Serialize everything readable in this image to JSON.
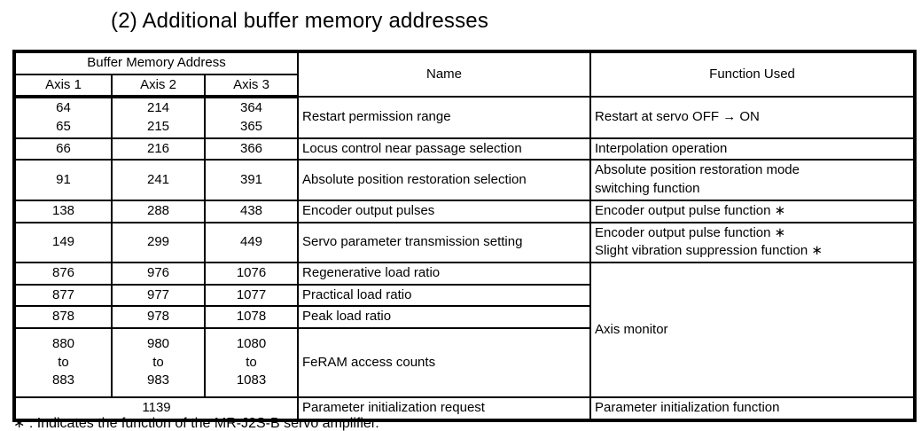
{
  "title": "(2) Additional buffer memory addresses",
  "table": {
    "header": {
      "buffer_memory_address": "Buffer Memory Address",
      "axis1": "Axis 1",
      "axis2": "Axis 2",
      "axis3": "Axis 3",
      "name": "Name",
      "function_used": "Function Used"
    },
    "rows": [
      {
        "axis1": "64\n65",
        "axis2": "214\n215",
        "axis3": "364\n365",
        "name": "Restart permission range",
        "function": "Restart at servo OFF → ON"
      },
      {
        "axis1": "66",
        "axis2": "216",
        "axis3": "366",
        "name": "Locus control near passage selection",
        "function": "Interpolation operation"
      },
      {
        "axis1": "91",
        "axis2": "241",
        "axis3": "391",
        "name": "Absolute position restoration selection",
        "function": "Absolute position restoration mode\nswitching function"
      },
      {
        "axis1": "138",
        "axis2": "288",
        "axis3": "438",
        "name": "Encoder output pulses",
        "function": "Encoder output pulse function ∗"
      },
      {
        "axis1": "149",
        "axis2": "299",
        "axis3": "449",
        "name": "Servo parameter transmission setting",
        "function": "Encoder output pulse function ∗\nSlight vibration suppression function ∗"
      },
      {
        "axis1": "876",
        "axis2": "976",
        "axis3": "1076",
        "name": "Regenerative load ratio",
        "function": "Axis monitor"
      },
      {
        "axis1": "877",
        "axis2": "977",
        "axis3": "1077",
        "name": "Practical load ratio"
      },
      {
        "axis1": "878",
        "axis2": "978",
        "axis3": "1078",
        "name": "Peak load ratio"
      },
      {
        "axis1": "880\nto\n883",
        "axis2": "980\nto\n983",
        "axis3": "1080\nto\n1083",
        "name": "FeRAM access counts"
      },
      {
        "address": "1139",
        "name": "Parameter initialization request",
        "function": "Parameter initialization function"
      }
    ]
  },
  "footnote": "∗ : Indicates the function of the MR-J2S-B servo amplifier."
}
